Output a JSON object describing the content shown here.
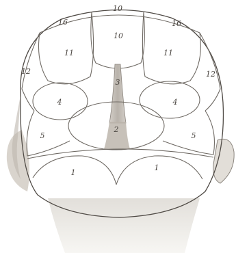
{
  "diagram": {
    "labels": {
      "top_center": "10",
      "upper_left_arc": "16",
      "upper_right_arc": "16",
      "crown": "10",
      "upper_left_lobe": "11",
      "upper_right_lobe": "11",
      "left_temple": "12",
      "right_temple": "12",
      "center_stem": "3",
      "left_middle": "4",
      "right_middle": "4",
      "center_oval": "2",
      "left_lower": "5",
      "right_lower": "5",
      "left_base": "1",
      "right_base": "1"
    },
    "colors": {
      "skin_light": "#f1efeb",
      "skin_mid": "#e4e1dc",
      "skin_shadow": "#cfcac3",
      "line": "#6f6a64"
    }
  }
}
